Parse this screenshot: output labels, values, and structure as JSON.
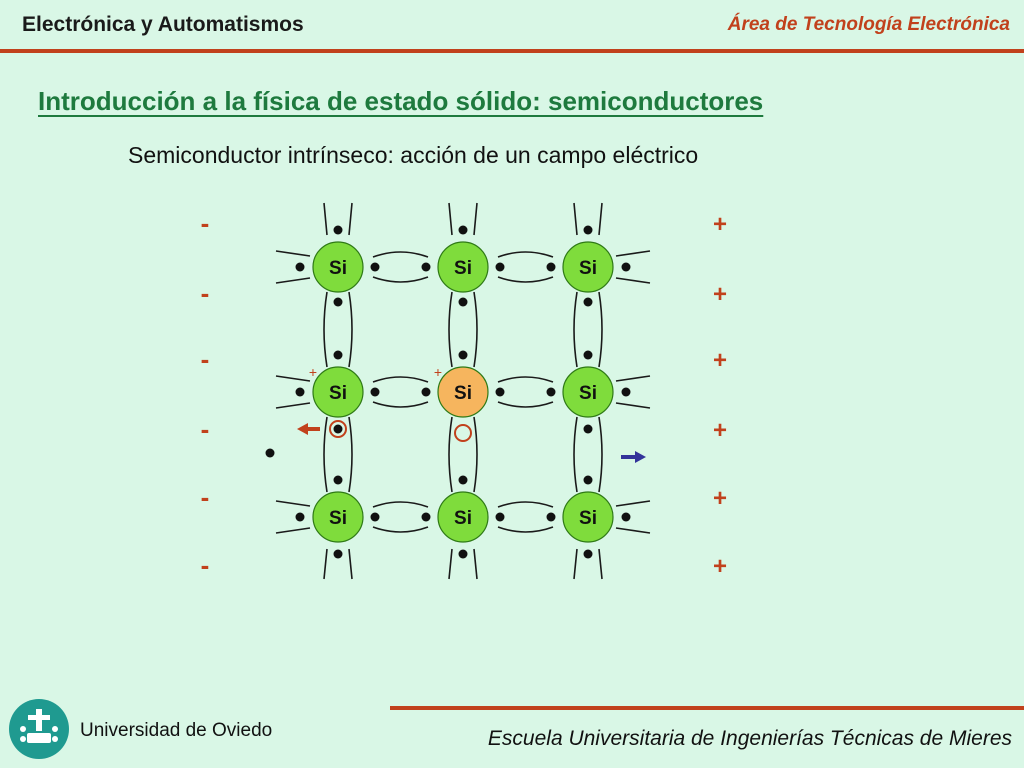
{
  "header": {
    "course": "Electrónica y Automatismos",
    "area": "Área de Tecnología Electrónica"
  },
  "slide": {
    "title": "Introducción a la física de estado sólido: semiconductores",
    "subtitle": "Semiconductor intrínseco: acción de un campo eléctrico"
  },
  "diagram": {
    "atom_label": "Si",
    "left_signs": [
      "-",
      "-",
      "-",
      "-",
      "-",
      "-"
    ],
    "right_signs": [
      "+",
      "+",
      "+",
      "+",
      "+",
      "+"
    ],
    "small_plus": "+",
    "colors": {
      "atom": "#7fdc3c",
      "ionized_atom": "#f6b55e",
      "hole": "#c1411c",
      "electron_arrow": "#33339a",
      "accent": "#c1411c"
    }
  },
  "footer": {
    "university": "Universidad de Oviedo",
    "school": "Escuela Universitaria de Ingenierías Técnicas de Mieres"
  }
}
